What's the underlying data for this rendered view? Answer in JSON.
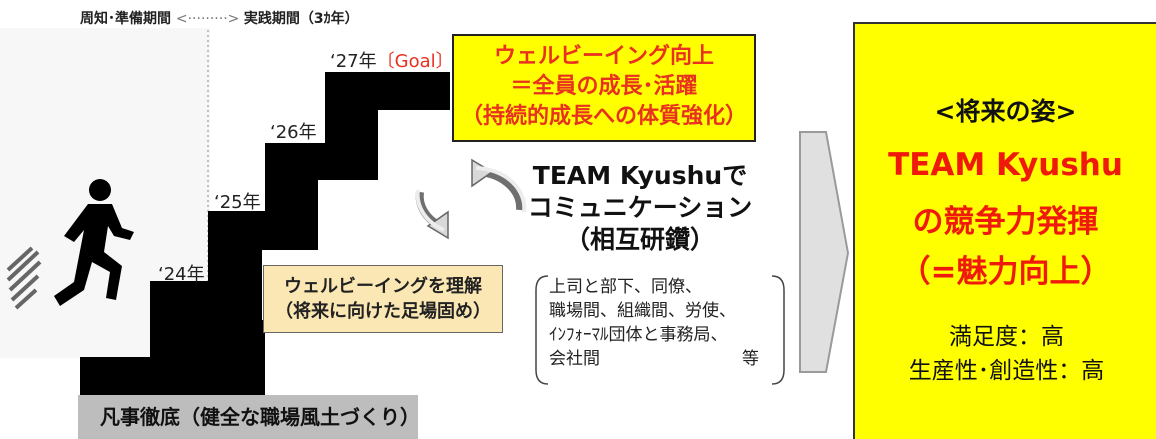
{
  "phases": {
    "prep": "周知･準備期間",
    "practice": "実践期間（3ｶ年）"
  },
  "years": {
    "y24": "‘24年",
    "y25": "‘25年",
    "y26": "‘26年",
    "y27": "‘27年",
    "goal_label": "〔Goal〕"
  },
  "goal_box": {
    "line1": "ウェルビーイング向上",
    "line2": "＝全員の成長･活躍",
    "line3": "（持続的成長への体質強化）"
  },
  "team_communication": {
    "line1": "TEAM Kyushuで",
    "line2": "コミュニケーション",
    "line3": "（相互研鑽）"
  },
  "scope": {
    "line1": "上司と部下、同僚、",
    "line2": "職場間、組織間、労使、",
    "line3": "ｲﾝﾌｫｰﾏﾙ団体と事務局、",
    "line4_left": "会社間",
    "line4_right": "等"
  },
  "understand_box": {
    "line1": "ウェルビーイングを理解",
    "line2": "（将来に向けた足場固め）"
  },
  "base_box": {
    "label": "凡事徹底（健全な職場風土づくり）"
  },
  "future": {
    "title": "<将来の姿>",
    "line1": "TEAM Kyushu",
    "line2": "の競争力発揮",
    "line3": "（=魅力向上）",
    "metric1": "満足度：高",
    "metric2": "生産性･創造性：高"
  },
  "colors": {
    "highlight_yellow": "#ffff00",
    "accent_red": "#e8311e",
    "understand_fill": "#fbe7b3",
    "base_gray": "#bdbdbd",
    "stairs": "#000000"
  },
  "icons": {
    "runner": "running-person-icon",
    "cycle": "circular-arrows-icon",
    "next": "right-arrow-icon"
  }
}
